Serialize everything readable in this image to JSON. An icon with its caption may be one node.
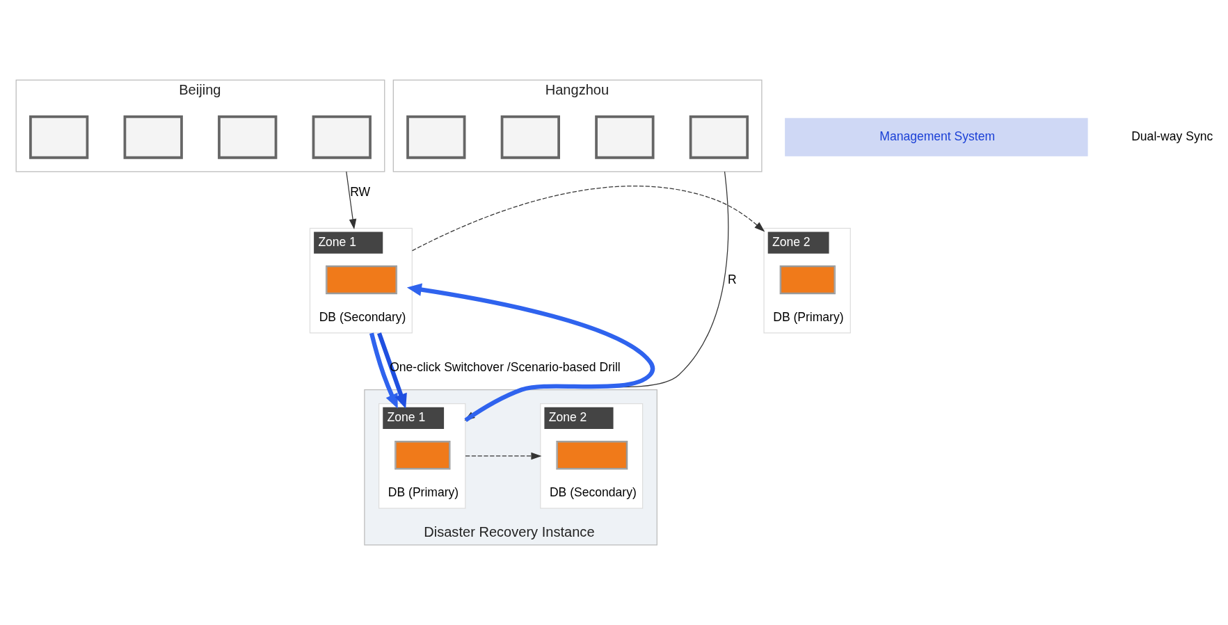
{
  "diagram": {
    "nodes": [
      {
        "text": [
          "Beijing"
        ]
      },
      {
        "text": [],
        "shape": "box",
        "in": 0
      },
      {
        "text": [],
        "shape": "box",
        "in": 0
      },
      {
        "text": [],
        "shape": "box",
        "in": 0
      },
      {
        "text": [],
        "shape": "box",
        "in": 0
      },
      {
        "text": [
          "Zone 2",
          "DB (Primary)"
        ]
      },
      {
        "text": [
          "Zone 1",
          "DB (Secondary)"
        ]
      },
      {
        "text": [
          "Hangzhou"
        ]
      },
      {
        "text": [],
        "shape": "box",
        "in": 7
      },
      {
        "text": [],
        "shape": "box",
        "in": 7
      },
      {
        "text": [],
        "shape": "box",
        "in": 7
      },
      {
        "text": [],
        "shape": "box",
        "in": 7
      },
      {
        "text": [
          "Disaster Recovery Instance"
        ]
      },
      {
        "text": [
          "Zone 1",
          "DB (Primary)"
        ],
        "in": 12
      },
      {
        "text": [
          "Zone 2",
          "DB (Secondary)"
        ],
        "in": 12
      },
      {
        "text": [
          "Management System"
        ]
      }
    ],
    "edges": [
      {
        "from": 0,
        "to": 6,
        "arrow": "to",
        "label": "RW"
      },
      {
        "from": 7,
        "to": 13,
        "arrow": "to",
        "label": "R"
      },
      {
        "from": 6,
        "to": 5,
        "arrow": "to",
        "style": "dashed"
      },
      {
        "from": 13,
        "to": 14,
        "arrow": "to",
        "style": "dashed"
      },
      {
        "from": 13,
        "to": 6,
        "arrow": "to",
        "style": "thick",
        "color": "#2f63ee"
      },
      {
        "from": 6,
        "to": 13,
        "arrow": "to",
        "style": "thick",
        "color": "#2f63ee"
      },
      {
        "from": 6,
        "to": 13,
        "arrow": "to",
        "style": "thick",
        "color": "#1f4fe0",
        "label": "One-click Switchover /Scenario-based Drill"
      }
    ],
    "labels": [
      "Dual-way Sync"
    ]
  }
}
